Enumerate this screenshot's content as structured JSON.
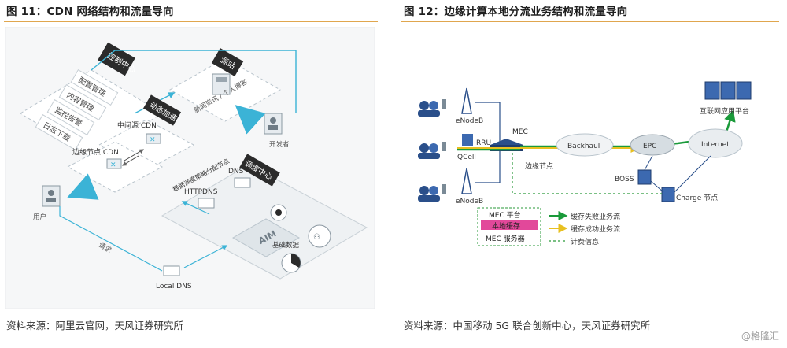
{
  "left_figure": {
    "title": "图 11：CDN 网络结构和流量导向",
    "source": "资料来源：阿里云官网，天风证券研究所",
    "labels": {
      "control_center": "控制中心",
      "config_mgmt": "配置管理",
      "content_mgmt": "内容管理",
      "monitor_alarm": "监控告警",
      "log_download": "日志下载",
      "origin": "源站",
      "origin_note": "新闻资讯 / 个人博客",
      "developer": "开发者",
      "dynamic_accel": "动态加速",
      "mid_cdn": "中间源 CDN",
      "edge_cdn": "边缘节点 CDN",
      "schedule_center": "调度中心",
      "schedule_note": "根据调度策略分配节点",
      "dns": "DNS",
      "httpdns": "HTTPDNS",
      "aim": "AIM",
      "base_data": "基础数据",
      "user": "用户",
      "request": "请求",
      "local_dns": "Local DNS"
    }
  },
  "right_figure": {
    "title": "图 12：边缘计算本地分流业务结构和流量导向",
    "source": "资料来源：中国移动 5G 联合创新中心，天风证券研究所",
    "labels": {
      "enodeb_top": "eNodeB",
      "rru": "RRU",
      "qcell": "QCell",
      "enodeb_bottom": "eNodeB",
      "mec": "MEC",
      "edge_node": "边缘节点",
      "backhaul": "Backhaul",
      "epc": "EPC",
      "internet": "Internet",
      "internet_app": "互联网应用平台",
      "boss": "BOSS",
      "charge_node": "Charge 节点",
      "mec_platform": "MEC 平台",
      "local_cache": "本地缓存",
      "mec_server": "MEC 服务器",
      "legend_miss": "缓存失败业务流",
      "legend_hit": "缓存成功业务流",
      "legend_billing": "计费信息"
    },
    "colors": {
      "miss_flow": "#1a9a3a",
      "hit_flow": "#e8c020",
      "billing": "#2a9a3a",
      "cache_box": "#e2489a"
    }
  },
  "watermark": "@格隆汇"
}
